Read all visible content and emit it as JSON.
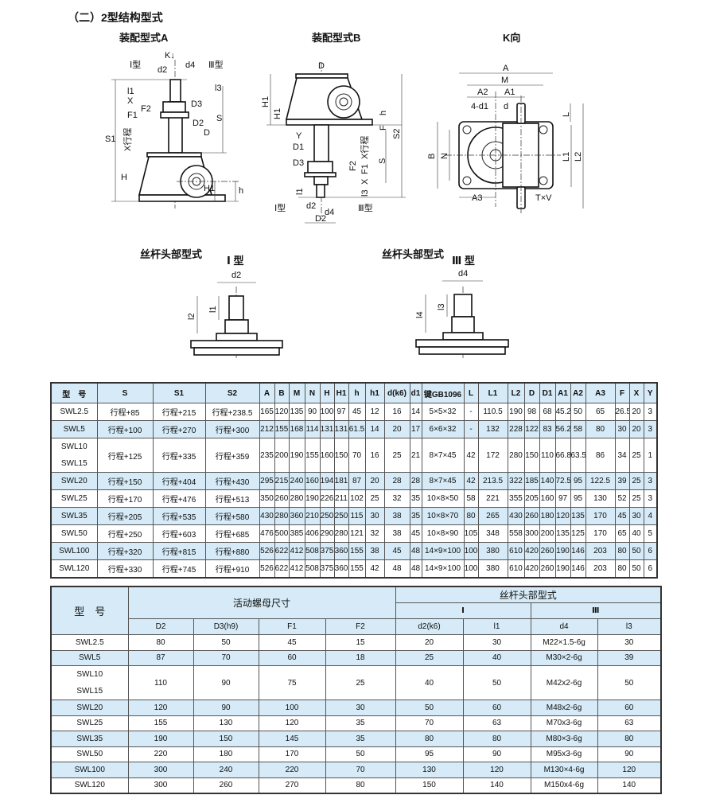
{
  "section_title": "（二）2型结构型式",
  "drawing_a": {
    "title": "装配型式A",
    "labels": [
      "K↓",
      "Ⅰ型",
      "d2",
      "d4",
      "Ⅲ型",
      "l1",
      "X",
      "F1",
      "F2",
      "l3",
      "D3",
      "D2",
      "S",
      "X行程",
      "D",
      "S1",
      "H",
      "H1",
      "h"
    ]
  },
  "drawing_b": {
    "title": "装配型式B",
    "labels": [
      "D",
      "H1",
      "H1",
      "h",
      "F",
      "S2",
      "Y",
      "D1",
      "X行程",
      "S",
      "D3",
      "F2",
      "F1",
      "X",
      "l1",
      "l3",
      "Ⅰ型",
      "d2",
      "d4",
      "Ⅲ型",
      "D2"
    ]
  },
  "drawing_k": {
    "title": "K向",
    "labels": [
      "A",
      "M",
      "A2",
      "A1",
      "4-d1",
      "d",
      "L",
      "B",
      "N",
      "L1",
      "L2",
      "A3",
      "T×V"
    ]
  },
  "head_1": {
    "title": "丝杆头部型式",
    "type": "Ⅰ 型",
    "labels": [
      "d2",
      "l1",
      "l2"
    ]
  },
  "head_3": {
    "title": "丝杆头部型式",
    "type": "Ⅲ 型",
    "labels": [
      "d4",
      "l3",
      "l4"
    ]
  },
  "table1": {
    "headers": [
      "型　号",
      "S",
      "S1",
      "S2",
      "A",
      "B",
      "M",
      "N",
      "H",
      "H1",
      "h",
      "h1",
      "d(k6)",
      "d1",
      "键GB1096",
      "L",
      "L1",
      "L2",
      "D",
      "D1",
      "A1",
      "A2",
      "A3",
      "F",
      "X",
      "Y"
    ],
    "rows": [
      [
        [
          "SWL2.5"
        ],
        "行程+85",
        "行程+215",
        "行程+238.5",
        "165",
        "120",
        "135",
        "90",
        "100",
        "97",
        "45",
        "12",
        "16",
        "14",
        "5×5×32",
        "-",
        "110.5",
        "190",
        "98",
        "68",
        "45.2",
        "50",
        "65",
        "26.5",
        "20",
        "3"
      ],
      [
        [
          "SWL5"
        ],
        "行程+100",
        "行程+270",
        "行程+300",
        "212",
        "155",
        "168",
        "114",
        "131",
        "131",
        "61.5",
        "14",
        "20",
        "17",
        "6×6×32",
        "-",
        "132",
        "228",
        "122",
        "83",
        "56.2",
        "58",
        "80",
        "30",
        "20",
        "3"
      ],
      [
        [
          "SWL10",
          "SWL15"
        ],
        "行程+125",
        "行程+335",
        "行程+359",
        "235",
        "200",
        "190",
        "155",
        "160",
        "150",
        "70",
        "16",
        "25",
        "21",
        "8×7×45",
        "42",
        "172",
        "280",
        "150",
        "110",
        "66.8",
        "63.5",
        "86",
        "34",
        "25",
        "1"
      ],
      [
        [
          "SWL20"
        ],
        "行程+150",
        "行程+404",
        "行程+430",
        "295",
        "215",
        "240",
        "160",
        "194",
        "181",
        "87",
        "20",
        "28",
        "28",
        "8×7×45",
        "42",
        "213.5",
        "322",
        "185",
        "140",
        "72.5",
        "95",
        "122.5",
        "39",
        "25",
        "3"
      ],
      [
        [
          "SWL25"
        ],
        "行程+170",
        "行程+476",
        "行程+513",
        "350",
        "260",
        "280",
        "190",
        "226",
        "211",
        "102",
        "25",
        "32",
        "35",
        "10×8×50",
        "58",
        "221",
        "355",
        "205",
        "160",
        "97",
        "95",
        "130",
        "52",
        "25",
        "3"
      ],
      [
        [
          "SWL35"
        ],
        "行程+205",
        "行程+535",
        "行程+580",
        "430",
        "280",
        "360",
        "210",
        "250",
        "250",
        "115",
        "30",
        "38",
        "35",
        "10×8×70",
        "80",
        "265",
        "430",
        "260",
        "180",
        "120",
        "135",
        "170",
        "45",
        "30",
        "4"
      ],
      [
        [
          "SWL50"
        ],
        "行程+250",
        "行程+603",
        "行程+685",
        "476",
        "500",
        "385",
        "406",
        "290",
        "280",
        "121",
        "32",
        "38",
        "45",
        "10×8×90",
        "105",
        "348",
        "558",
        "300",
        "200",
        "135",
        "125",
        "170",
        "65",
        "40",
        "5"
      ],
      [
        [
          "SWL100"
        ],
        "行程+320",
        "行程+815",
        "行程+880",
        "526",
        "622",
        "412",
        "508",
        "375",
        "360",
        "155",
        "38",
        "45",
        "48",
        "14×9×100",
        "100",
        "380",
        "610",
        "420",
        "260",
        "190",
        "146",
        "203",
        "80",
        "50",
        "6"
      ],
      [
        [
          "SWL120"
        ],
        "行程+330",
        "行程+745",
        "行程+910",
        "526",
        "622",
        "412",
        "508",
        "375",
        "360",
        "155",
        "42",
        "48",
        "48",
        "14×9×100",
        "100",
        "380",
        "610",
        "420",
        "260",
        "190",
        "146",
        "203",
        "80",
        "50",
        "6"
      ]
    ]
  },
  "table2": {
    "model_header": "型　号",
    "group_nut": "活动螺母尺寸",
    "group_head": "丝杆头部型式",
    "sub_1": "Ⅰ",
    "sub_3": "Ⅲ",
    "headers": [
      "D2",
      "D3(h9)",
      "F1",
      "F2",
      "d2(k6)",
      "l1",
      "d4",
      "l3"
    ],
    "rows": [
      [
        [
          "SWL2.5"
        ],
        "80",
        "50",
        "45",
        "15",
        "20",
        "30",
        "M22×1.5-6g",
        "30"
      ],
      [
        [
          "SWL5"
        ],
        "87",
        "70",
        "60",
        "18",
        "25",
        "40",
        "M30×2-6g",
        "39"
      ],
      [
        [
          "SWL10",
          "SWL15"
        ],
        "110",
        "90",
        "75",
        "25",
        "40",
        "50",
        "M42x2-6g",
        "50"
      ],
      [
        [
          "SWL20"
        ],
        "120",
        "90",
        "100",
        "30",
        "50",
        "60",
        "M48x2-6g",
        "60"
      ],
      [
        [
          "SWL25"
        ],
        "155",
        "130",
        "120",
        "35",
        "70",
        "63",
        "M70x3-6g",
        "63"
      ],
      [
        [
          "SWL35"
        ],
        "190",
        "150",
        "145",
        "35",
        "80",
        "80",
        "M80×3-6g",
        "80"
      ],
      [
        [
          "SWL50"
        ],
        "220",
        "180",
        "170",
        "50",
        "95",
        "90",
        "M95x3-6g",
        "90"
      ],
      [
        [
          "SWL100"
        ],
        "300",
        "240",
        "220",
        "70",
        "130",
        "120",
        "M130×4-6g",
        "120"
      ],
      [
        [
          "SWL120"
        ],
        "300",
        "260",
        "270",
        "80",
        "150",
        "140",
        "M150x4-6g",
        "140"
      ]
    ]
  }
}
